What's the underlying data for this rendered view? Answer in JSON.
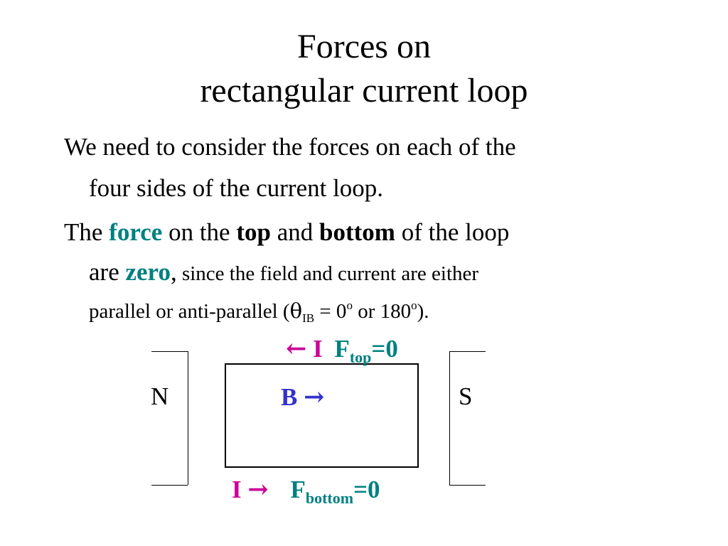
{
  "slide": {
    "title_line1": "Forces on",
    "title_line2": "rectangular current loop"
  },
  "para1": {
    "line1": "We need to consider the forces on each of the",
    "line2": "four sides of the current loop."
  },
  "para2": {
    "the": "The ",
    "force": "force",
    "on_the": " on the ",
    "top": "top",
    "and": " and ",
    "bottom": "bottom",
    "of_the_loop": " of the loop",
    "are": "are ",
    "zero": "zero",
    "comma": ",",
    "since": " since the field and current are either",
    "parallel_prefix": "parallel or anti-parallel (",
    "theta": "θ",
    "theta_sub": "IB",
    "eq_zero": " = 0",
    "deg1": "o",
    "or_180": " or 180",
    "deg2": "o",
    "close": ")."
  },
  "diagram": {
    "north": "N",
    "south": "S",
    "top_arrow": "←",
    "top_current": "I",
    "top_force": "F",
    "top_force_sub": "top",
    "top_force_val": "=0",
    "field": "B",
    "field_arrow": "→",
    "bottom_current": "I",
    "bottom_arrow": "→",
    "bottom_force": "F",
    "bottom_force_sub": "bottom",
    "bottom_force_val": "=0"
  },
  "colors": {
    "teal": "#008080",
    "magenta": "#cc0099",
    "blue": "#3333cc"
  }
}
